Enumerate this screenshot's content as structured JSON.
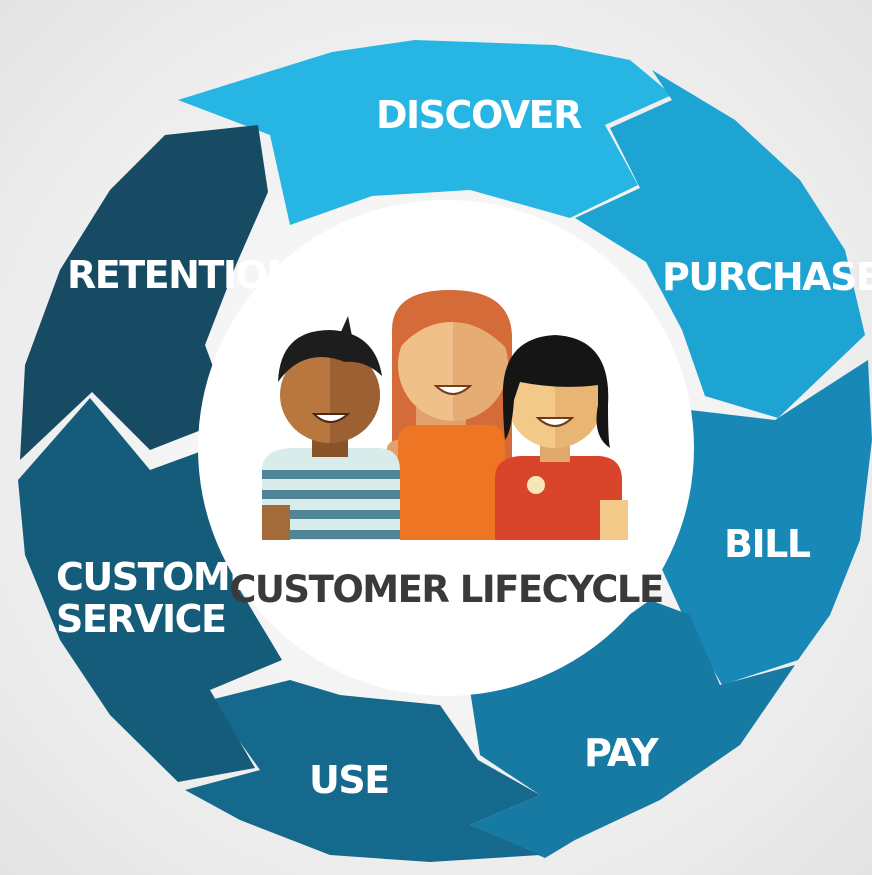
{
  "title": "CUSTOMER LIFECYCLE",
  "stages": [
    {
      "label": "DISCOVER",
      "color": "#27b6e4"
    },
    {
      "label": "PURCHASE",
      "color": "#1ea4d3"
    },
    {
      "label": "BILL",
      "color": "#1888b6"
    },
    {
      "label": "PAY",
      "color": "#167aa3"
    },
    {
      "label": "USE",
      "color": "#15698d"
    },
    {
      "label": "CUSTOMER SERVICE",
      "label_lines": [
        "CUSTOMER",
        "SERVICE"
      ],
      "color": "#145c79"
    },
    {
      "label": "RETENTION",
      "color": "#174a63"
    }
  ],
  "people": [
    "boy",
    "woman",
    "girl"
  ]
}
